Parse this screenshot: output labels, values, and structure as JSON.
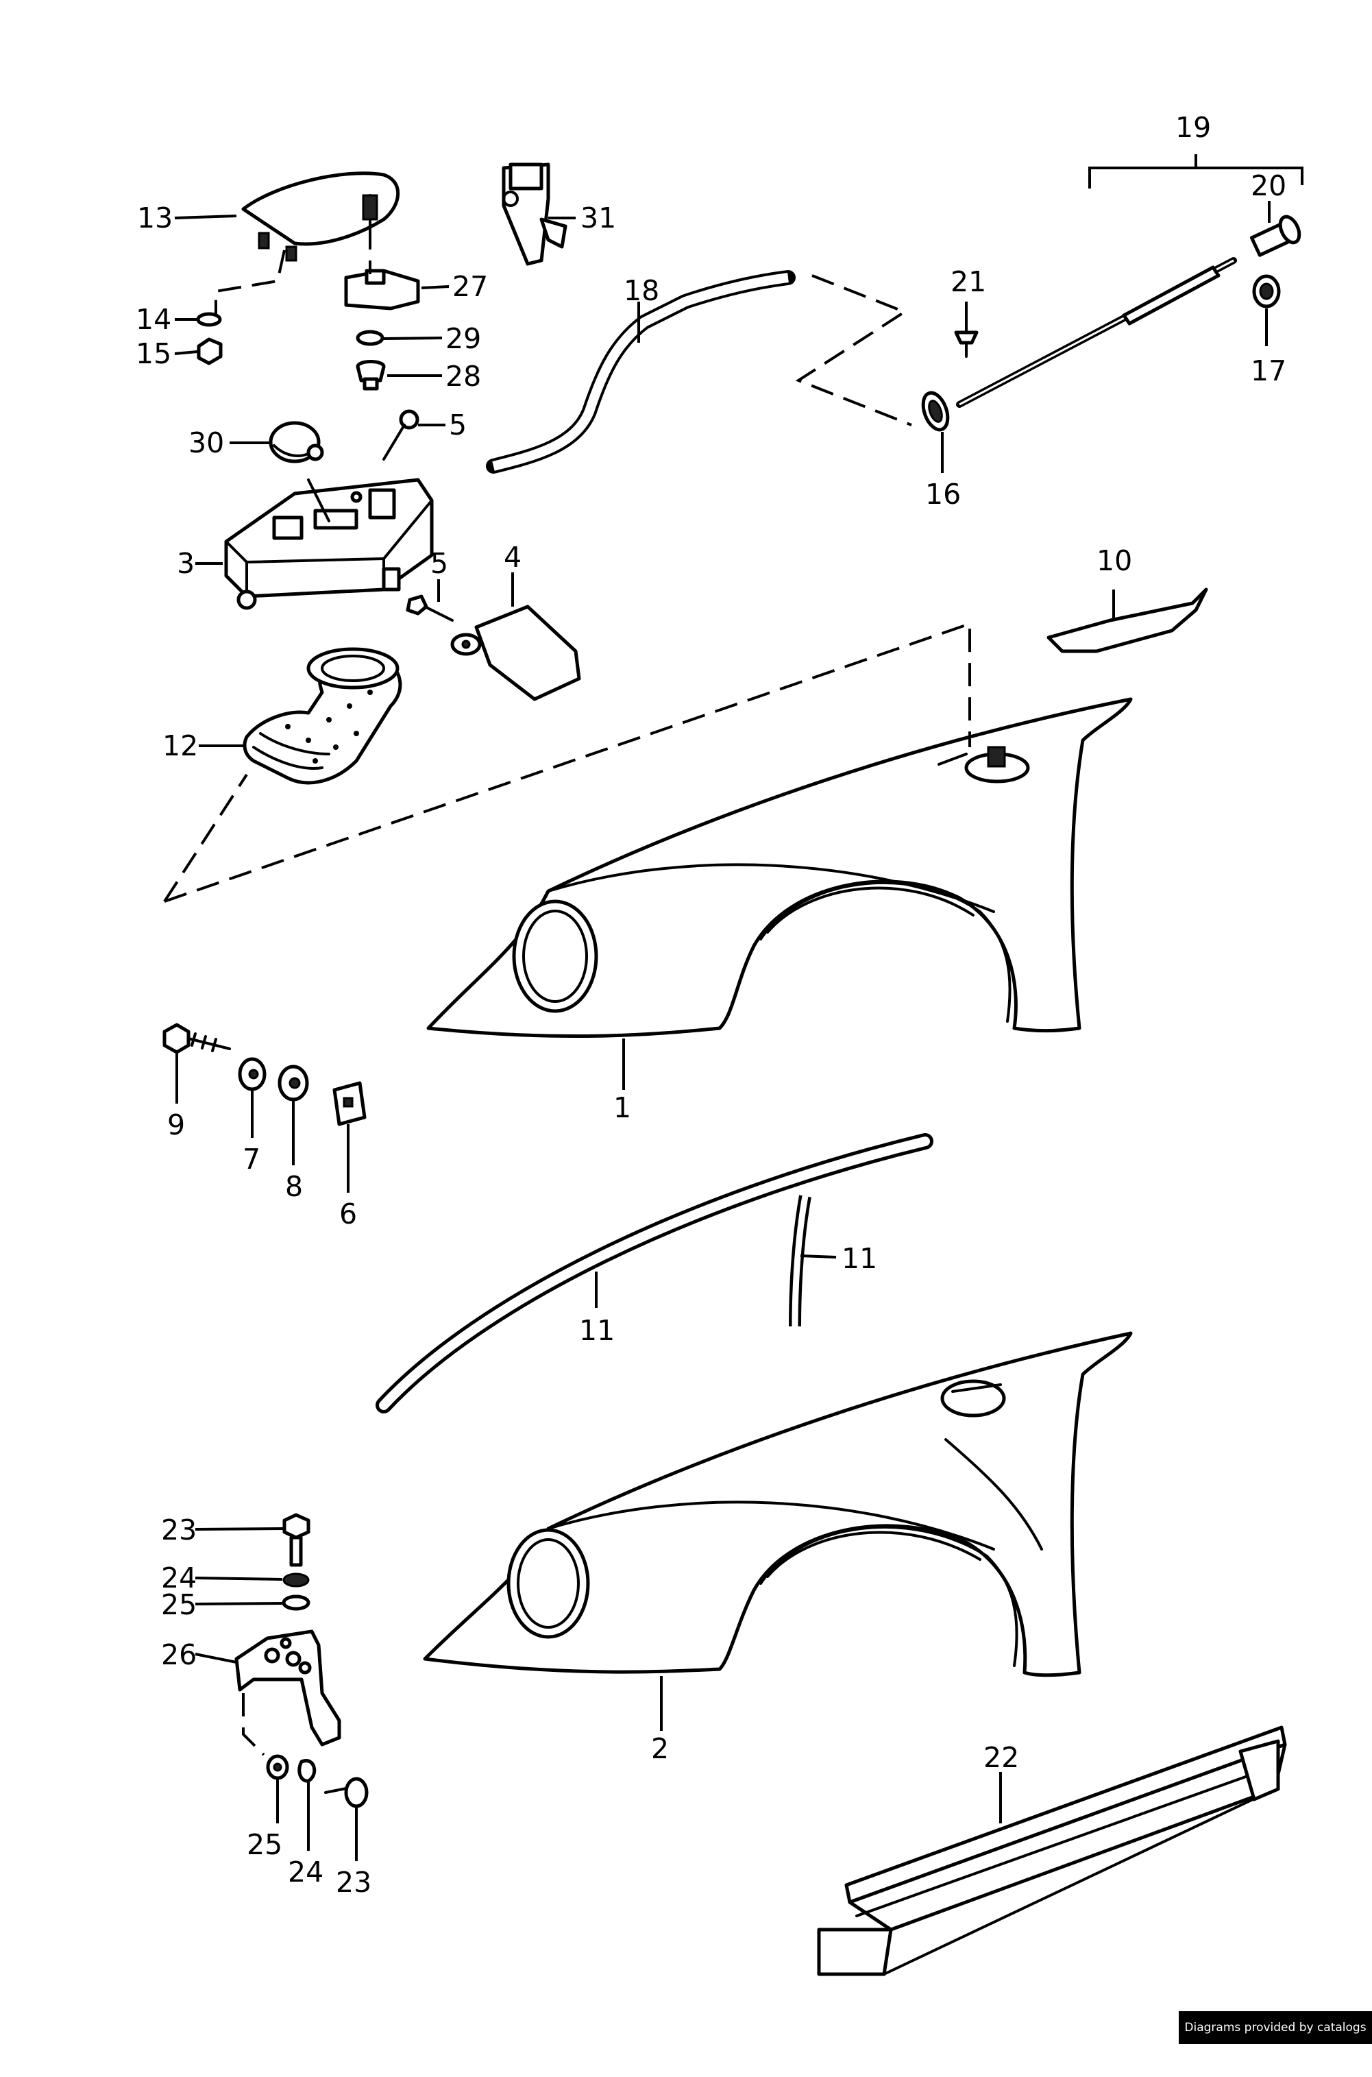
{
  "callouts": {
    "c1": "1",
    "c2": "2",
    "c3": "3",
    "c4": "4",
    "c5a": "5",
    "c5b": "5",
    "c6": "6",
    "c7": "7",
    "c8": "8",
    "c9": "9",
    "c10": "10",
    "c11a": "11",
    "c11b": "11",
    "c12": "12",
    "c13": "13",
    "c14": "14",
    "c15": "15",
    "c16": "16",
    "c17": "17",
    "c18": "18",
    "c19": "19",
    "c20": "20",
    "c21": "21",
    "c22": "22",
    "c23a": "23",
    "c23b": "23",
    "c24a": "24",
    "c24b": "24",
    "c25a": "25",
    "c25b": "25",
    "c26": "26",
    "c27": "27",
    "c28": "28",
    "c29": "29",
    "c30": "30",
    "c31": "31"
  },
  "credit": "Diagrams provided by catalogs parts",
  "colors": {
    "line": "#000000",
    "background": "#ffffff"
  }
}
